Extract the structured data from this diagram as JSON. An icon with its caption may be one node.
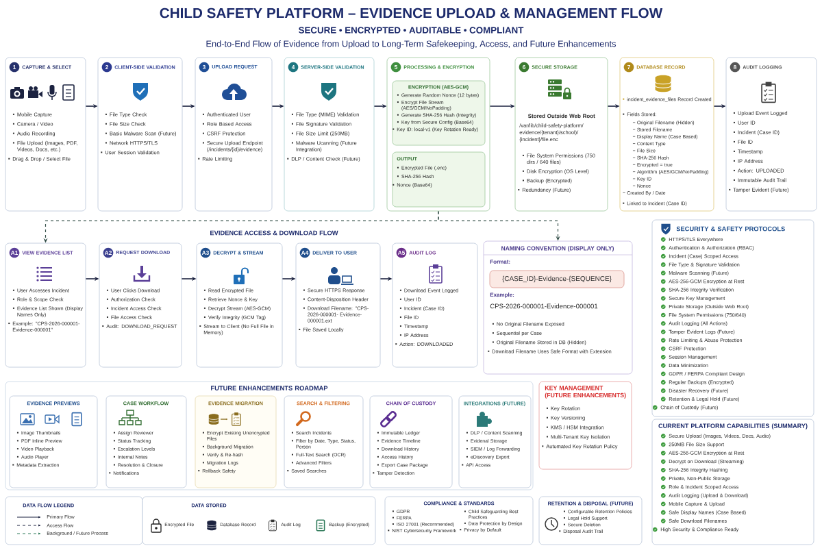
{
  "diagram": {
    "title": "CHILD SAFETY PLATFORM – EVIDENCE UPLOAD & MANAGEMENT FLOW",
    "nodes": [
      {
        "text": [
          "1",
          "CAPTURE & SELECT",
          "Mobile Capture",
          "Camera / Video",
          "Audio Recording",
          "File Upload (Images, PDF, Videos, Docs, etc.)",
          "Drag & Drop / Select File"
        ]
      },
      {
        "text": [
          "2",
          "CLIENT-SIDE VALIDATION",
          "File Type Check",
          "File Size Check",
          "Basic Malware Scan (Future)",
          "Network HTTPS/TLS",
          "User Session Validation"
        ]
      },
      {
        "text": [
          "3",
          "UPLOAD REQUEST",
          "Authenticated User",
          "Role Based Access",
          "CSRF Protection",
          "Secure Upload Endpoint (/incidents/{id}/evidence)",
          "Rate Limiting"
        ]
      },
      {
        "text": [
          "4",
          "SERVER-SIDE VALIDATION",
          "File Type (MIME) Validation",
          "File Signature Validation",
          "File Size Limit (250MB)",
          "Malware Ucanning (Future Integration)",
          "DLP / Content Check (Future)"
        ]
      },
      {
        "text": [
          "5",
          "PROCESSING & ENCRYPTION"
        ]
      },
      {
        "text": [
          "ENCRYPTION (AES-GCM)",
          "Generate Random Nonce (12 bytes)",
          "Encrypt File Stream (AES/GCM/NoPadding)",
          "Generate SHA-256 Hash (Integrity)",
          "Key from Secure Config (Base64)",
          "Key ID: local-v1 (Key Rotation Ready)"
        ],
        "in": 4
      },
      {
        "text": [
          "OUTPUT",
          "Encrypted File (.enc)",
          "SHA-256 Hash",
          "Nonce (Base64)"
        ],
        "in": 4
      },
      {
        "text": [
          "6",
          "SECURE STORAGE",
          "Stored Outside Web Root",
          "/var/lib/child-safety-platform/ evidence/{tenant}/school)/ {incident}/file.enc",
          "File System Permissions (750 dirs / 640 files)",
          "Disk Encryption (OS Level)",
          "Backup (Encrypted)",
          "Redundancy (Future)"
        ]
      },
      {
        "text": [
          "7",
          "DATABASE RECORD",
          "incident_evidence_files Record Created",
          "Fields Stored:",
          "Original Filename (Hidden)",
          "Stored Filename",
          "Display Name (Case Based)",
          "Content Type",
          "File Size",
          "SHA-256 Hash",
          "Encrypted = true",
          "Algorithm (AES/GCM/NoPadding)",
          "Key ID",
          "Nonce",
          "Created By / Date",
          "Linked to Incident (Case ID)"
        ]
      },
      {
        "text": [
          "8",
          "AUDIT LOGGING",
          "Upload Event Logged",
          "User ID",
          "Incident (Case ID)",
          "File ID",
          "Timestamp",
          "IP Address",
          "Action: UPLOADED",
          "Immutable Audit Trail",
          "Tamper Evident (Future)"
        ]
      },
      {
        "text": [
          "A1",
          "VIEW EVIDENCE LIST",
          "User Accesses Incident",
          "Role & Scope Check",
          "Evidence List Shown (Display Names Only)",
          "Example: \"CPS-2026-000001- Evidence-000001\""
        ]
      },
      {
        "text": [
          "A2",
          "REQUEST DOWNLOAD",
          "User Clicks Download",
          "Authorization Check",
          "Incident Access Check",
          "File Access Check",
          "Audit: DOWNLOAD_REQUEST"
        ]
      },
      {
        "text": [
          "A3",
          "DECRYPT & STREAM",
          "Read Encrypted File",
          "Retrieve Nonce & Key",
          "Decrypt Stream (AES-GCM)",
          "Verify Integrity (GCM Tag)",
          "Stream to Client (No Full File in Memory)"
        ]
      },
      {
        "text": [
          "A4",
          "DELIVER TO USER",
          "Secure HTTPS Response",
          "Content-Disposition Header",
          "Download Filename: \"CPS-2026-000001- Evidence-000001.ext",
          "File Saved Locally"
        ]
      },
      {
        "text": [
          "A5",
          "AUDIT LOG",
          "Download Event Logged",
          "User ID",
          "Incident (Case ID)",
          "File ID",
          "Timestamp",
          "IP Address",
          "Action: DOWNLOADED"
        ]
      },
      {
        "text": [
          "NAMING CONVENTION (DISPLAY ONLY)",
          "Format:",
          "Example:",
          "CPS-2026-000001-Evidence-000001",
          "No Original Filename Exposed",
          "Sequential per Case",
          "Original Filename Stored in DB (Hidden)",
          "Download Filename Uses Safe Format with Extension"
        ]
      },
      {
        "text": [
          "{CASE_ID}-Evidence-{SEQUENCE}"
        ],
        "in": 15
      },
      {
        "text": [
          "SECURITY & SAFETY PROTOCOLS",
          "HTTPS/TLS Everywhere",
          "Authentication & Authorization (RBAC)",
          "Incident (Case) Scoped Access",
          "File Type & Signature Validation",
          "Malware Scanning (Future)",
          "AES-256-GCM Encryption at Rest",
          "SHA-256 Integrity Verification",
          "Secure Key Management",
          "Private Storage (Outside Web Root)",
          "File System Permissions (750/640)",
          "Audit Logging (All Actions)",
          "Tamper Evident Logs (Future)",
          "Rate Limiting & Abuse Protection",
          "CSRF Protection",
          "Session Management",
          "Data Minimization",
          "GDPR / FERPA Compliant Design",
          "Regular Backups (Encrypted)",
          "Disaster Recovery (Future)",
          "Retention & Legal Hold (Future)",
          "Chain of Custody (Future)"
        ]
      },
      {
        "text": [
          "FUTURE ENHANCEMENTS ROADMAP"
        ]
      },
      {
        "text": [
          "EVIDENCE PREVIEWS",
          "Image Thumbnails",
          "PDF Inline Preview",
          "Video Playback",
          "Audio Player",
          "Metadata Extraction"
        ],
        "in": 18
      },
      {
        "text": [
          "CASE WORKFLOW",
          "Assign Reviewer",
          "Status Tracking",
          "Escalation Levels",
          "Internal Notes",
          "Resolution & Closure",
          "Notifications"
        ],
        "in": 18
      },
      {
        "text": [
          "EVIDENCE MIGRATION",
          "Encrypt Existing Unencrypted Files",
          "Background Migration",
          "Verify & Re-hash",
          "Migration Logs",
          "Rollback Safety"
        ],
        "in": 18
      },
      {
        "text": [
          "SEARCH & FILTERING",
          "Search Incidents",
          "Filter by Date, Type, Status, Person",
          "Full-Text Search (OCR)",
          "Advanced Filters",
          "Saved Searches"
        ],
        "in": 18
      },
      {
        "text": [
          "CHAIN OF CUSTODY",
          "Immutable Ledger",
          "Evidence Timeline",
          "Download History",
          "Access History",
          "Export Case Package",
          "Tamper Detection"
        ],
        "in": 18
      },
      {
        "text": [
          "INTEGRATIONS (FUTURE)",
          "DLP / Content Scanning",
          "Evidenal Storage",
          "SIEM / Log Forwarding",
          "eDiscovery Export",
          "API Access"
        ],
        "in": 18
      },
      {
        "text": [
          "KEY MANAGEMENT (FUTURE ENHANCEMENTS)",
          "Key Rotation",
          "Key Versioning",
          "KMS / HSM Integration",
          "Multi-Tenant Key Isolation",
          "Automated Key Rotation Policy"
        ]
      },
      {
        "text": [
          "CURRENT PLATFORM CAPABILITIES (SUMMARY)",
          "Secure Upload (Images, Videos, Docs, Audio)",
          "250MB File Size Support",
          "AES-256-GCM Encryption at Rest",
          "Decrypt on Download (Streaming)",
          "SHA-256 Integrity Hashing",
          "Private, Non-Public Storage",
          "Role & Incident Scoped Access",
          "Audit Logging (Upload & Download)",
          "Mobile Capture & Upload",
          "Safe Display Names (Case Based)",
          "Safe Download Filenames",
          "High Security & Compliance Ready"
        ]
      },
      {
        "text": [
          "DATA FLOW LEGEND"
        ]
      },
      {
        "text": [
          "DATA STORED",
          "Encrypted File",
          "Database Record",
          "Audit Log",
          "Backup (Encrypted)"
        ]
      },
      {
        "text": [
          "COMPLIANCE & STANDARDS",
          "GDPR",
          "FERPA",
          "ISO 27001 (Recommended)",
          "NIST Cybersecurity Framework",
          "Child Safeguarding Best Practices",
          "Data Protection by Design",
          "Privacy by Default"
        ]
      },
      {
        "text": [
          "RETENTION & DISPOSAL (FUTURE)",
          "Configurable Retention Policies",
          "Legal Hold Support",
          "Secure Deletion",
          "Disposal Audit Trail"
        ]
      }
    ],
    "edges": [
      {
        "from": 0,
        "to": 1,
        "arrow": "to"
      },
      {
        "from": 1,
        "to": 2,
        "arrow": "to"
      },
      {
        "from": 2,
        "to": 3,
        "arrow": "to"
      },
      {
        "from": 3,
        "to": 4,
        "arrow": "to"
      },
      {
        "from": 4,
        "to": 7,
        "arrow": "to"
      },
      {
        "from": 7,
        "to": 8,
        "arrow": "to"
      },
      {
        "from": 8,
        "to": 9,
        "arrow": "to"
      },
      {
        "from": 4,
        "to": 10,
        "arrow": "to",
        "style": "dashed",
        "color": "#35504a"
      },
      {
        "from": 4,
        "to": 15,
        "arrow": "to",
        "style": "dashed",
        "color": "#35504a"
      },
      {
        "from": 10,
        "to": 11,
        "arrow": "to"
      },
      {
        "from": 11,
        "to": 12,
        "arrow": "to"
      },
      {
        "from": 12,
        "to": 13,
        "arrow": "to"
      },
      {
        "from": 13,
        "to": 14,
        "arrow": "to"
      }
    ],
    "labels": [
      "SECURE • ENCRYPTED • AUDITABLE • COMPLIANT",
      "End-to-End Flow of Evidence from Upload to Long-Term Safekeeping, Access, and Future Enhancements",
      "EVIDENCE ACCESS & DOWNLOAD FLOW"
    ],
    "legend": [
      {
        "text": "Primary Flow"
      },
      {
        "text": "Access Flow"
      },
      {
        "text": "Background / Future Process"
      }
    ]
  }
}
